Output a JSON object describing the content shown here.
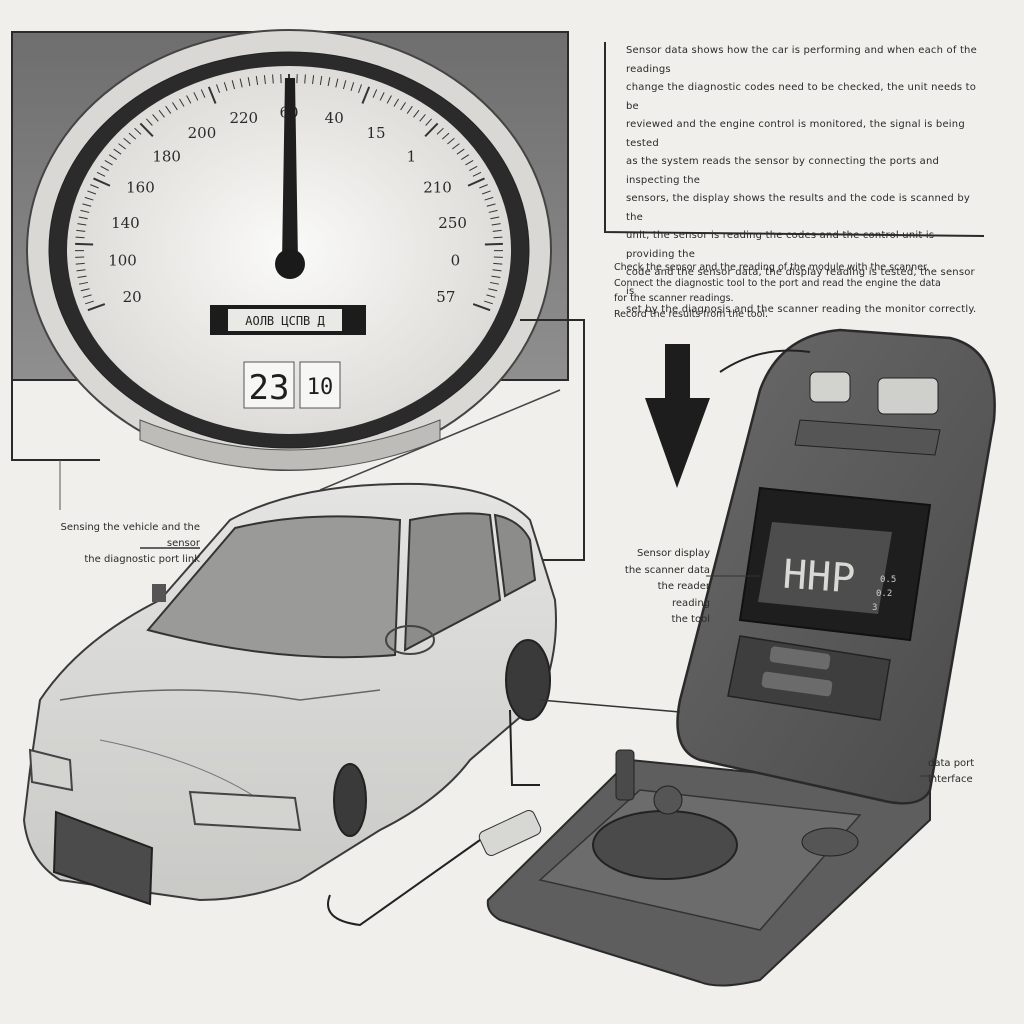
{
  "gauge": {
    "scale_labels": [
      "20",
      "100",
      "140",
      "160",
      "180",
      "200",
      "220",
      "60",
      "40",
      "15",
      "1",
      "210",
      "250",
      "0",
      "57"
    ],
    "odometer_text": "АОЛВ ЦСПВ Д",
    "digital_left": "23",
    "digital_right": "10"
  },
  "scanner": {
    "screen_text": "HHP",
    "screen_small": [
      "0.5",
      "0.2",
      "3"
    ]
  },
  "text_blocks": {
    "paragraph_top": "Sensor data shows how the car is performing and when each of the readings\nchange the diagnostic codes need to be checked, the unit needs to be\nreviewed and the engine control is monitored, the signal is being tested\nas the system reads the sensor by connecting the ports and inspecting the\nsensors, the display shows the results and the code is scanned by the\nunit, the sensor is reading the codes and the control unit is providing the\ncode and the sensor data, the display reading is tested, the sensor is\nset by the diagnosis and the scanner reading the monitor correctly.",
    "paragraph_mid": "Check the sensor and the reading of the module with the scanner.\nConnect the diagnostic tool to the port and read the engine the data\nfor the scanner readings.\nRecord the results from the tool.",
    "label_car": "Sensing the vehicle and the sensor\nthe diagnostic port link",
    "label_scanner": "Sensor display\nthe scanner data\nthe reader\nreading\nthe tool",
    "label_base": "data port\ninterface"
  },
  "colors": {
    "background": "#f0efeb",
    "ink": "#2a2a2a",
    "panel": "#7b7b7b",
    "device": "#5a5a5a",
    "screen": "#1e1e1e"
  }
}
